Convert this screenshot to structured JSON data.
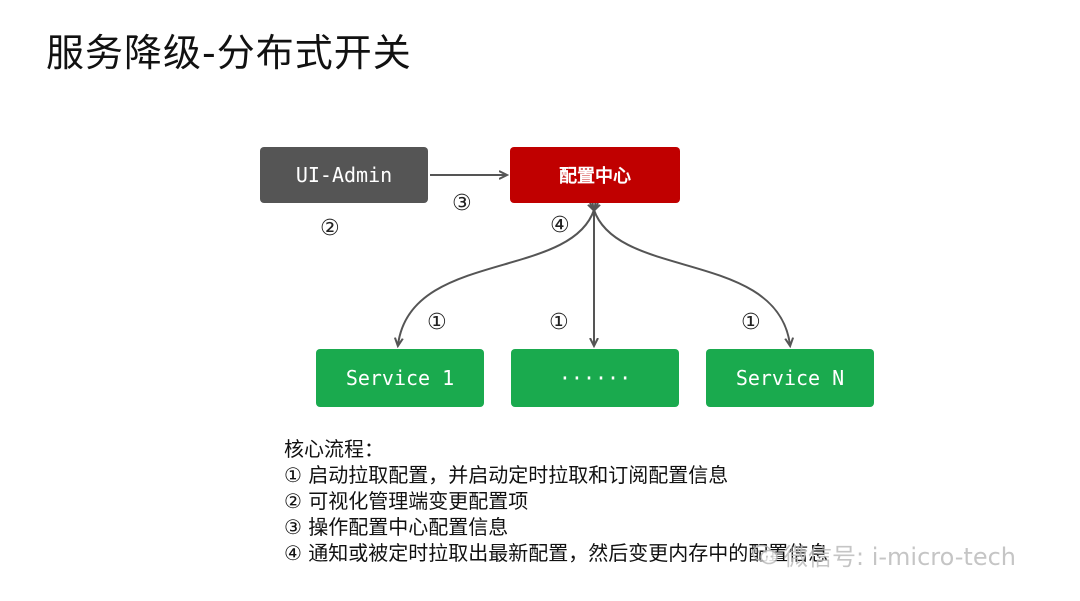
{
  "title": "服务降级-分布式开关",
  "colors": {
    "admin": "#555555",
    "config_center": "#c00000",
    "service": "#1aaa4e",
    "arrow": "#555555"
  },
  "nodes": {
    "ui_admin": "UI-Admin",
    "config_center": "配置中心",
    "service_1": "Service 1",
    "service_mid": "······",
    "service_n": "Service N"
  },
  "steps": {
    "s1": "①",
    "s2": "②",
    "s3": "③",
    "s4": "④"
  },
  "notes": {
    "heading": "核心流程：",
    "items": [
      "① 启动拉取配置，并启动定时拉取和订阅配置信息",
      "② 可视化管理端变更配置项",
      "③ 操作配置中心配置信息",
      "④ 通知或被定时拉取出最新配置，然后变更内存中的配置信息"
    ]
  },
  "watermark": {
    "text": "微信号: i-micro-tech",
    "icon": "wechat-icon"
  }
}
